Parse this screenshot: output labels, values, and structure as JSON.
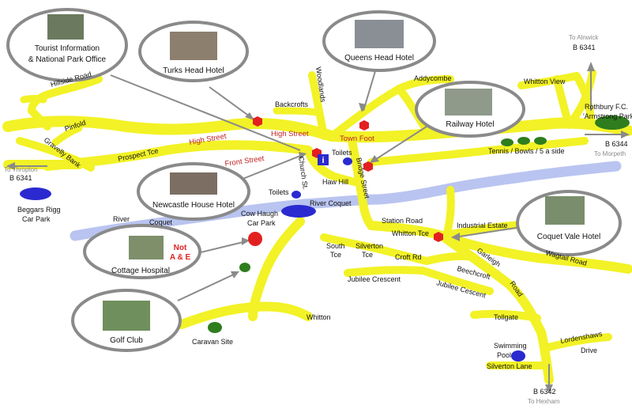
{
  "colors": {
    "road": "#f2f226",
    "river": "#b9c4f0",
    "hotel": "#e32020",
    "toilets": "#2a2ad0",
    "green_spot": "#2e7d1e",
    "callout_border": "#8a8a8a",
    "info": "#2a2ad0"
  },
  "callouts": {
    "tourist_info": {
      "line1": "Tourist Information",
      "line2": "& National Park Office"
    },
    "turks_head": "Turks Head Hotel",
    "queens_head": "Queens Head Hotel",
    "railway": "Railway Hotel",
    "newcastle_house": "Newcastle House Hotel",
    "cottage_hospital": "Cottage Hospital",
    "not_ae": {
      "line1": "Not",
      "line2": "A & E"
    },
    "golf_club": "Golf Club",
    "coquet_vale": "Coquet Vale Hotel"
  },
  "roads": {
    "hillside_road": "Hillside Road",
    "pinfold": "Pinfold",
    "gravelly_bank": "Gravelly Bank",
    "prospect_tce": "Prospect Tce",
    "high_street_1": "High Street",
    "high_street_2": "High Street",
    "front_street": "Front Street",
    "town_foot": "Town Foot",
    "church_st": "Church St.",
    "bridge_street": "Bridge Street",
    "haw_hill": "Haw Hill",
    "woodlands": "Woodlands",
    "backcrofts": "Backcrofts",
    "addycombe": "Addycombe",
    "whitton_view": "Whitton View",
    "station_road": "Station Road",
    "whitton_tce": "Whitton Tce",
    "south_tce": {
      "line1": "South",
      "line2": "Tce"
    },
    "silverton_tce": {
      "line1": "Silverton",
      "line2": "Tce"
    },
    "croft_rd": "Croft Rd",
    "jubilee_crescent": "Jubilee Crescent",
    "jubilee_cescent": "Jubilee Cescent",
    "beechcroft": "Beechcroft",
    "garleigh_road": {
      "line1": "Garleigh",
      "line2": "Road"
    },
    "wagtail_road": "Wagtail Road",
    "tollgate": "Tollgate",
    "lordenshaws_drive": {
      "line1": "Lordenshaws",
      "line2": "Drive"
    },
    "silverton_lane": "Silverton Lane",
    "whitton": "Whitton",
    "industrial_estate": "Industrial Estate"
  },
  "places": {
    "toilets_1": "Toilets",
    "toilets_2": "Toilets",
    "river_coquet_1": "River  Coquet",
    "river_coquet_2": {
      "line1": "River",
      "line2": "Coquet"
    },
    "cow_haugh": {
      "line1": "Cow Haugh",
      "line2": "Car Park"
    },
    "beggars_rigg": {
      "line1": "Beggars Rigg",
      "line2": "Car Park"
    },
    "caravan_site": "Caravan Site",
    "swimming_pool": {
      "line1": "Swimming",
      "line2": "Pool"
    },
    "tennis": "Tennis / Bowls / 5 a side",
    "rothbury_fc": {
      "line1": "Rothbury F.C.",
      "line2": "'Armstrong Park'"
    },
    "info_symbol": "i"
  },
  "routes": {
    "to_alnwick": "To Alnwick",
    "b6341_ne": "B 6341",
    "to_thropton": "To Thropton",
    "b6341_w": "B 6341",
    "b6344": "B 6344",
    "to_morpeth": "To Morpeth",
    "b6342": "B 6342",
    "to_hexham": "To Hexham"
  }
}
